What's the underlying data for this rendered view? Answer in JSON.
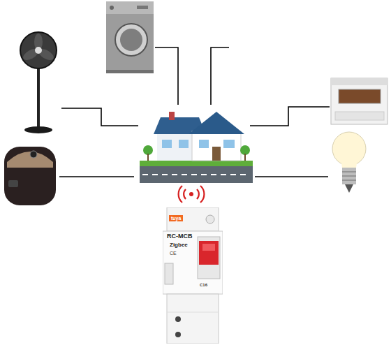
{
  "diagram": {
    "nodes": [
      {
        "text": [
          "tuya",
          "RC-MCB",
          "Zigbee",
          "CE",
          "C16"
        ]
      }
    ]
  }
}
